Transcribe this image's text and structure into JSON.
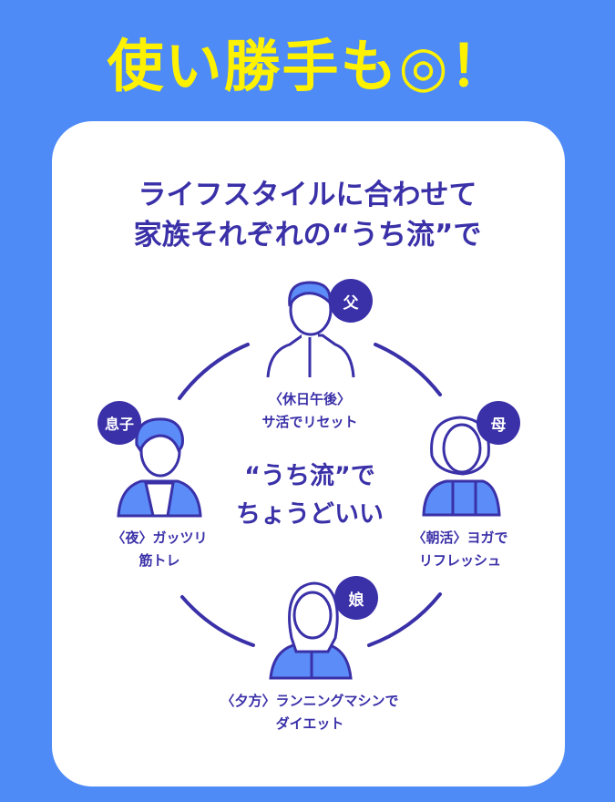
{
  "title": "使い勝手も◎！",
  "heading": {
    "line1": "ライフスタイルに合わせて",
    "line2": "家族それぞれの“うち流”で"
  },
  "center": {
    "line1": "“うち流”で",
    "line2": "ちょうどいい"
  },
  "members": [
    {
      "badge": "父",
      "line1": "〈休日午後〉",
      "line2": "サ活でリセット"
    },
    {
      "badge": "母",
      "line1": "〈朝活〉ヨガで",
      "line2": "リフレッシュ"
    },
    {
      "badge": "娘",
      "line1": "〈夕方〉ランニングマシンで",
      "line2": "ダイエット"
    },
    {
      "badge": "息子",
      "line1": "〈夜〉ガッツリ",
      "line2": "筋トレ"
    }
  ],
  "colors": {
    "background": "#4f8bf7",
    "title": "#fff200",
    "accent": "#3a30a8",
    "clothes": "#5b8cf7"
  }
}
